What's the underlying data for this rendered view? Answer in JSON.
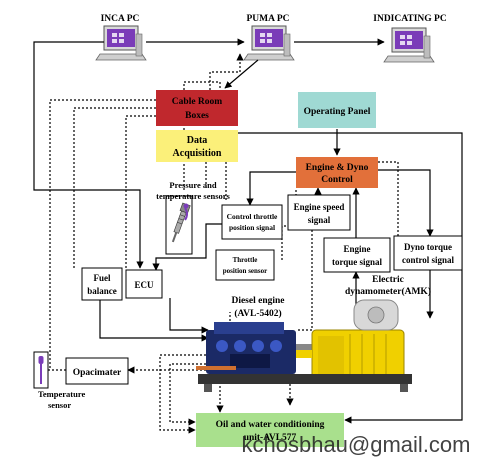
{
  "pcs": {
    "inca": "INCA PC",
    "puma": "PUMA PC",
    "indicating": "INDICATING PC"
  },
  "boxes": {
    "cable_room": [
      "Cable Room",
      "Boxes"
    ],
    "data_acquisition": [
      "Data",
      "Acquisition"
    ],
    "operating_panel": "Operating Panel",
    "engine_dyno_control": [
      "Engine & Dyno",
      "Control"
    ],
    "control_throttle": [
      "Control throttle",
      "position signal"
    ],
    "engine_speed": [
      "Engine speed",
      "signal"
    ],
    "throttle_position_sensor": [
      "Throttle",
      "position sensor"
    ],
    "engine_torque": [
      "Engine",
      "torque signal"
    ],
    "dyno_torque": [
      "Dyno torque",
      "control signal"
    ],
    "fuel_balance": [
      "Fuel",
      "balance"
    ],
    "ecu": "ECU",
    "opacimeter": "Opacimater",
    "oil_water": [
      "Oil and water conditioning",
      "unit-AVL577"
    ]
  },
  "labels": {
    "pressure_temp": [
      "Pressure and",
      "temperature sensors"
    ],
    "electric_dyno": [
      "Electric",
      "dynamometer(AMK)"
    ],
    "diesel_engine": [
      "Diesel engine",
      "(AVL-5402)"
    ],
    "temperature_sensor": [
      "Temperature",
      "sensor"
    ]
  },
  "watermark": "kchosbhau@gmail.com",
  "colors": {
    "cable_room": "#c0282d",
    "data_acquisition": "#fbf07a",
    "operating_panel": "#9fd9d3",
    "engine_dyno": "#e2703a",
    "oil_water": "#a9e08d",
    "pc_screen": "#7a3cb8",
    "dyno_yellow": "#f0d000",
    "engine_blue": "#1b2a66"
  }
}
